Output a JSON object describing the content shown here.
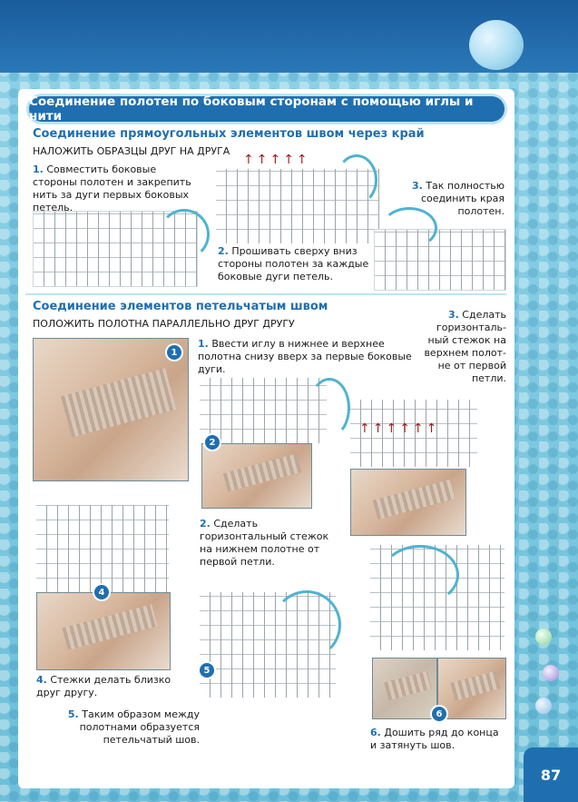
{
  "title": "Соединение полотен по боковым сторонам с помощью иглы и нити",
  "section1": {
    "heading": "Соединение прямоугольных элементов швом через край",
    "subheading": "НАЛОЖИТЬ ОБРАЗЦЫ ДРУГ НА ДРУГА",
    "steps": [
      {
        "num": "1.",
        "text": "Совместить боковые стороны полотен и закрепить нить за дуги первых боковых петель."
      },
      {
        "num": "2.",
        "text": "Прошивать сверху вниз стороны полотен за каждые боковые дуги петель."
      },
      {
        "num": "3.",
        "text": "Так полностью соединить края полотен."
      }
    ]
  },
  "section2": {
    "heading": "Соединение элементов петельчатым швом",
    "subheading": "ПОЛОЖИТЬ ПОЛОТНА ПАРАЛЛЕЛЬНО ДРУГ ДРУГУ",
    "steps": [
      {
        "num": "1.",
        "text": "Ввести иглу в нижнее и верхнее полотна снизу вверх за первые боковые дуги."
      },
      {
        "num": "2.",
        "text": "Сделать горизонтальный стежок на нижнем полотне от первой петли."
      },
      {
        "num": "3.",
        "text": "Сделать горизонталь-ный стежок на верхнем полот-не от первой петли."
      },
      {
        "num": "4.",
        "text": "Стежки делать близко друг другу."
      },
      {
        "num": "5.",
        "text": "Таким образом между полотнами образуется петельчатый шов."
      },
      {
        "num": "6.",
        "text": "Дошить ряд до конца и затянуть шов."
      }
    ],
    "badges": [
      "1",
      "2",
      "4",
      "5",
      "6"
    ]
  },
  "page_number": "87",
  "colors": {
    "accent": "#1f6fb0",
    "thread": "#4fb3cf",
    "arrow": "#9b1c1c"
  }
}
